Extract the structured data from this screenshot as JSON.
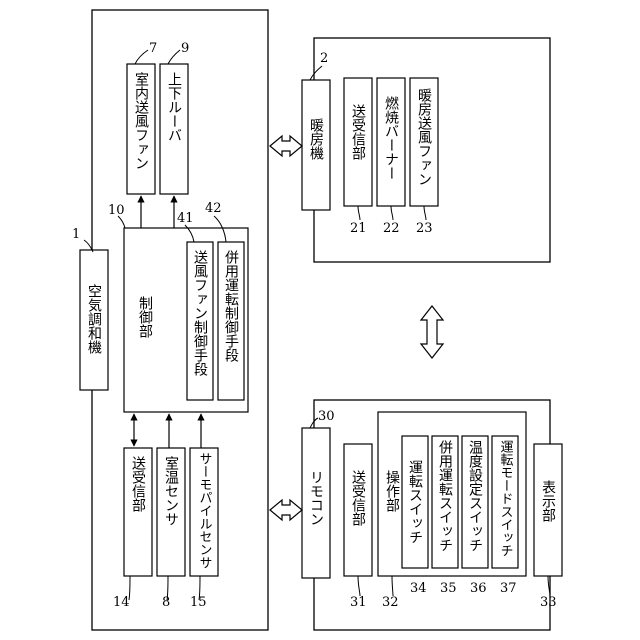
{
  "aircon": {
    "box_label": "空気調和機",
    "ref": "1",
    "controller": {
      "label": "制御部",
      "ref": "10",
      "fan_ctrl": {
        "label": "送風ファン制御手段",
        "ref": "41"
      },
      "combined_ctrl": {
        "label": "併用運転制御手段",
        "ref": "42"
      }
    },
    "indoor_fan": {
      "label": "室内送風ファン",
      "ref": "7"
    },
    "louver": {
      "label": "上下ルーバ",
      "ref": "9"
    },
    "transceiver": {
      "label": "送受信部",
      "ref": "14"
    },
    "room_temp_sensor": {
      "label": "室温センサ",
      "ref": "8"
    },
    "thermopile_sensor": {
      "label": "サーモパイルセンサ",
      "ref": "15"
    }
  },
  "heater": {
    "label": "暖房機",
    "ref": "2",
    "transceiver": {
      "label": "送受信部",
      "ref": "21"
    },
    "burner": {
      "label": "燃焼バーナー",
      "ref": "22"
    },
    "fan": {
      "label": "暖房送風ファン",
      "ref": "23"
    }
  },
  "remote": {
    "label": "リモコン",
    "ref": "30",
    "transceiver": {
      "label": "送受信部",
      "ref": "31"
    },
    "operation": {
      "label": "操作部",
      "ref": "32",
      "run_switch": {
        "label": "運転スイッチ",
        "ref": "34"
      },
      "combined_switch": {
        "label": "併用運転スイッチ",
        "ref": "35"
      },
      "temp_switch": {
        "label": "温度設定スイッチ",
        "ref": "36"
      },
      "mode_switch": {
        "label": "運転モードスイッチ",
        "ref": "37"
      }
    },
    "display": {
      "label": "表示部",
      "ref": "33"
    }
  }
}
